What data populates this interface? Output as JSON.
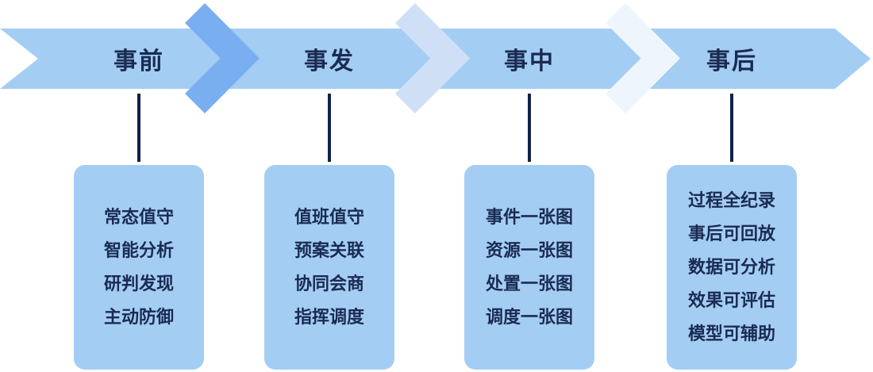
{
  "diagram": {
    "title": "four-phase emergency process flow",
    "stages": [
      {
        "label": "事前",
        "items": [
          "常态值守",
          "智能分析",
          "研判发现",
          "主动防御"
        ]
      },
      {
        "label": "事发",
        "items": [
          "值班值守",
          "预案关联",
          "协同会商",
          "指挥调度"
        ]
      },
      {
        "label": "事中",
        "items": [
          "事件一张图",
          "资源一张图",
          "处置一张图",
          "调度一张图"
        ]
      },
      {
        "label": "事后",
        "items": [
          "过程全纪录",
          "事后可回放",
          "数据可分析",
          "效果可评估",
          "模型可辅助"
        ]
      }
    ],
    "colors": {
      "band": "#a4cdf4",
      "chevron_1": "#79aff0",
      "chevron_2": "#cfe0f6",
      "chevron_3": "#eef5fd",
      "card": "#a4cdf4",
      "text": "#1a2b52",
      "connector": "#0f2148"
    }
  }
}
